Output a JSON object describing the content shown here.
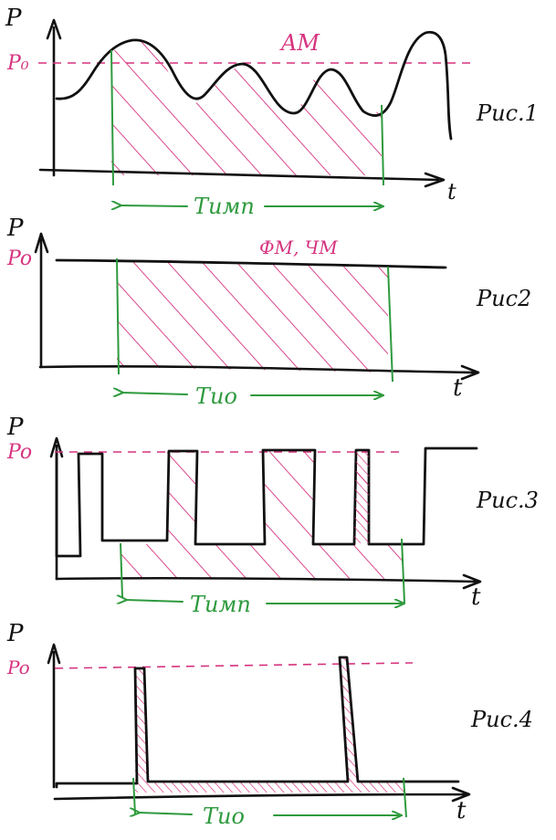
{
  "colors": {
    "ink": "#111111",
    "magenta": "#d6337f",
    "green": "#2e9a3e"
  },
  "axis_labels": {
    "y": "P",
    "x": "t"
  },
  "panels": [
    {
      "fig": "Рис.1",
      "ref": "P₀",
      "mode": "AM",
      "window": "Тимп"
    },
    {
      "fig": "Рис2",
      "ref": "Po",
      "mode": "ФМ, ЧМ",
      "window": "Тио"
    },
    {
      "fig": "Рис.3",
      "ref": "Po",
      "mode": "",
      "window": "Тимп"
    },
    {
      "fig": "Рис.4",
      "ref": "Po",
      "mode": "",
      "window": "Тио"
    }
  ]
}
